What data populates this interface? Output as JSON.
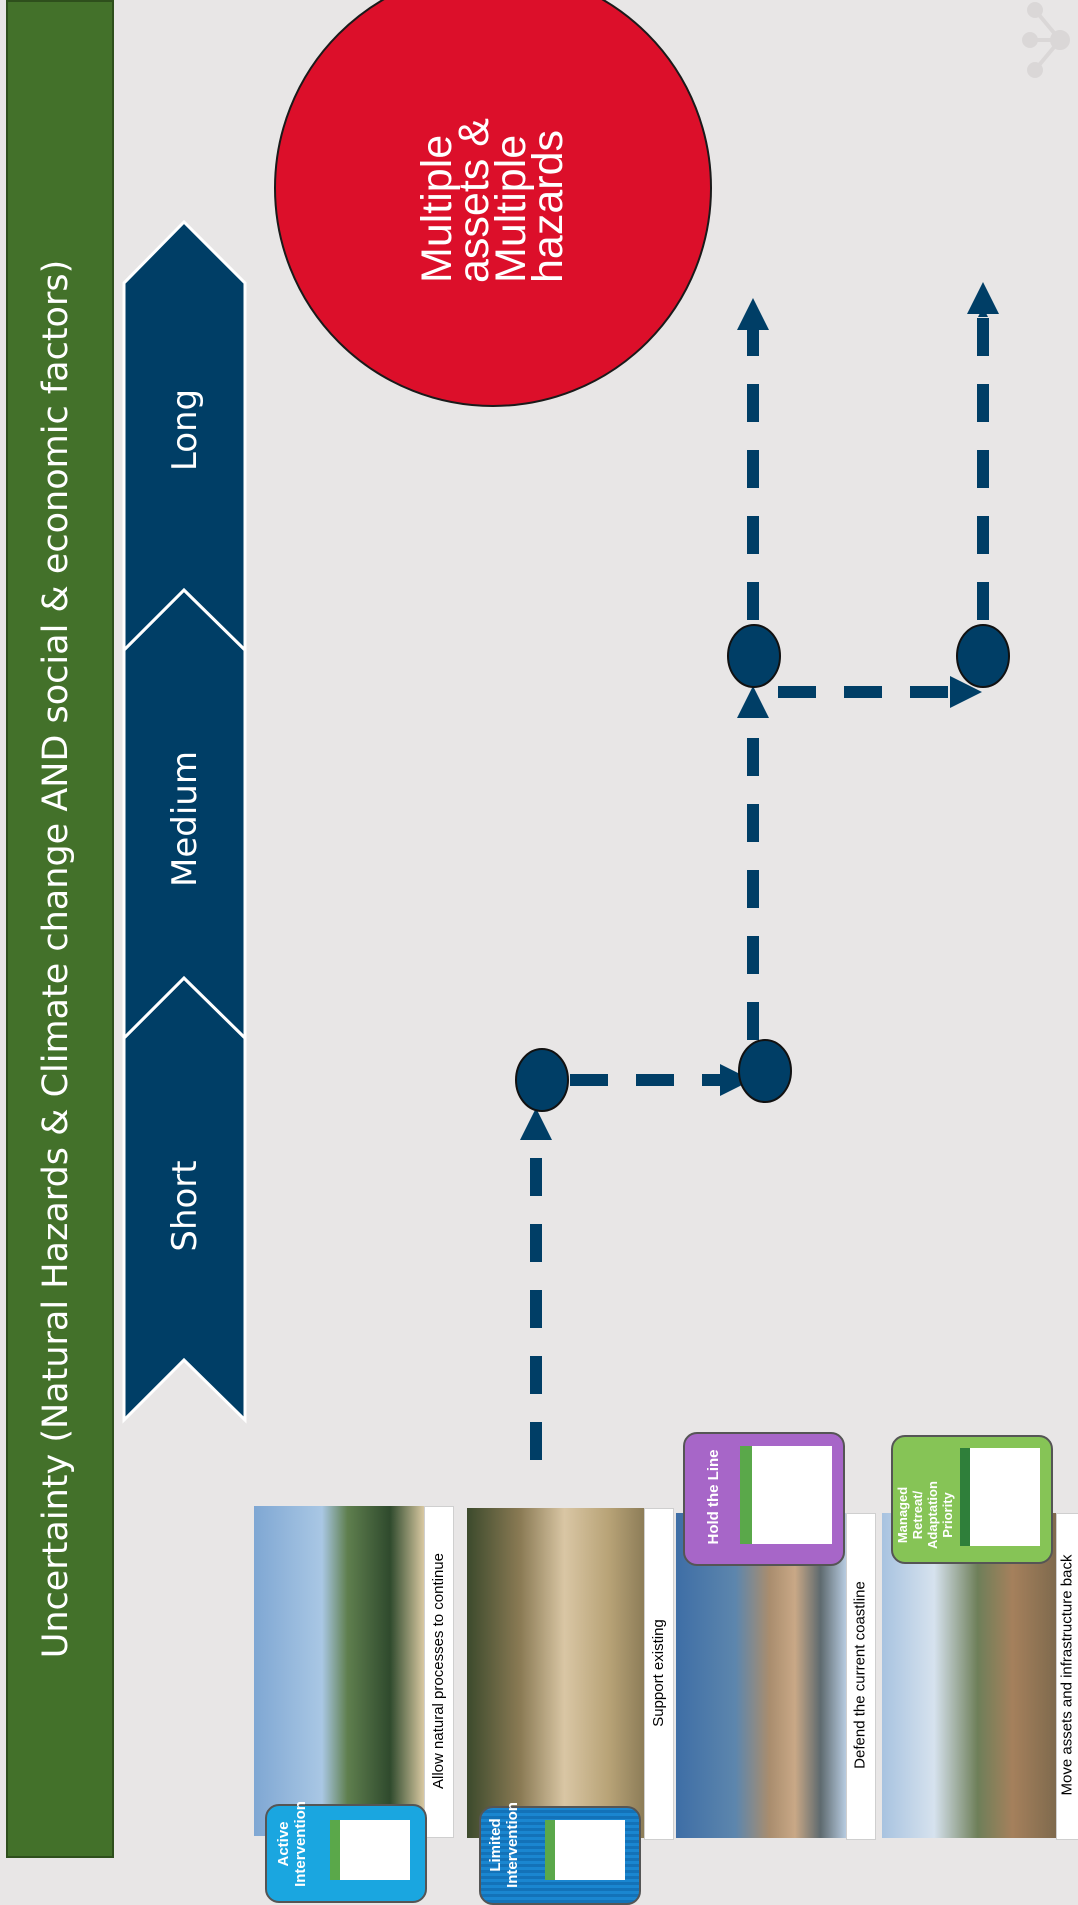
{
  "banner": {
    "title": "Uncertainty (Natural Hazards & Climate change AND social & economic factors)"
  },
  "timeline": {
    "short_label": "Short",
    "medium_label": "Medium",
    "long_label": "Long"
  },
  "goal_circle": {
    "label": "Multiple assets & Multiple hazards"
  },
  "options": [
    {
      "badge": "Active Intervention",
      "caption": "Allow natural processes to continue"
    },
    {
      "badge": "Limited Intervention",
      "caption": "Support existing"
    },
    {
      "badge": "Hold the Line",
      "caption": "Defend the current coastline"
    },
    {
      "badge": "Managed Retreat/ Adaptation Priority",
      "caption": "Move assets and infrastructure back"
    }
  ],
  "colors": {
    "banner": "#43712a",
    "navy": "#003e66",
    "red": "#dc0f2a",
    "background": "#e8e6e6",
    "active_badge": "#1aa6e0",
    "limited_badge": "#1372b8",
    "hold_badge": "#a766c8",
    "retreat_badge": "#86c456"
  }
}
